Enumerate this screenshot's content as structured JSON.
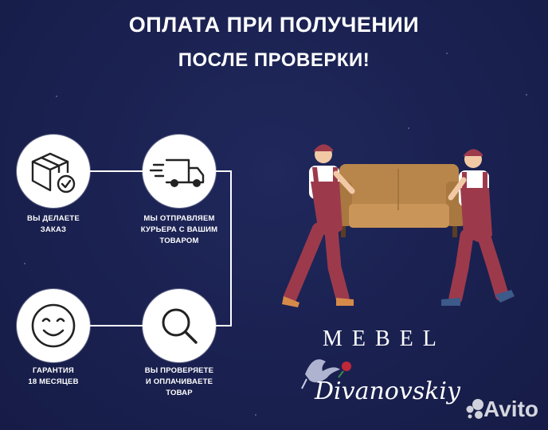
{
  "header": {
    "line1": "ОПЛАТА ПРИ ПОЛУЧЕНИИ",
    "line2": "ПОСЛЕ ПРОВЕРКИ!"
  },
  "steps": [
    {
      "icon": "package-check-icon",
      "label_line1": "ВЫ ДЕЛАЕТЕ",
      "label_line2": "ЗАКАЗ"
    },
    {
      "icon": "delivery-truck-icon",
      "label_line1": "МЫ ОТПРАВЛЯЕМ",
      "label_line2": "КУРЬЕРА С ВАШИМ",
      "label_line3": "ТОВАРОМ"
    },
    {
      "icon": "smile-icon",
      "label_line1": "ГАРАНТИЯ",
      "label_line2": "18 МЕСЯЦЕВ"
    },
    {
      "icon": "magnifier-icon",
      "label_line1": "ВЫ ПРОВЕРЯЕТЕ",
      "label_line2": "И ОПЛАЧИВАЕТЕ",
      "label_line3": "ТОВАР"
    }
  ],
  "brand": {
    "name": "MEBEL",
    "script_name": "Divanovskiy"
  },
  "watermark": {
    "text": "Avito"
  },
  "colors": {
    "background": "#1a2150",
    "sofa": "#b8864a",
    "uniform": "#9c3a4c",
    "shirt": "#ffffff"
  }
}
